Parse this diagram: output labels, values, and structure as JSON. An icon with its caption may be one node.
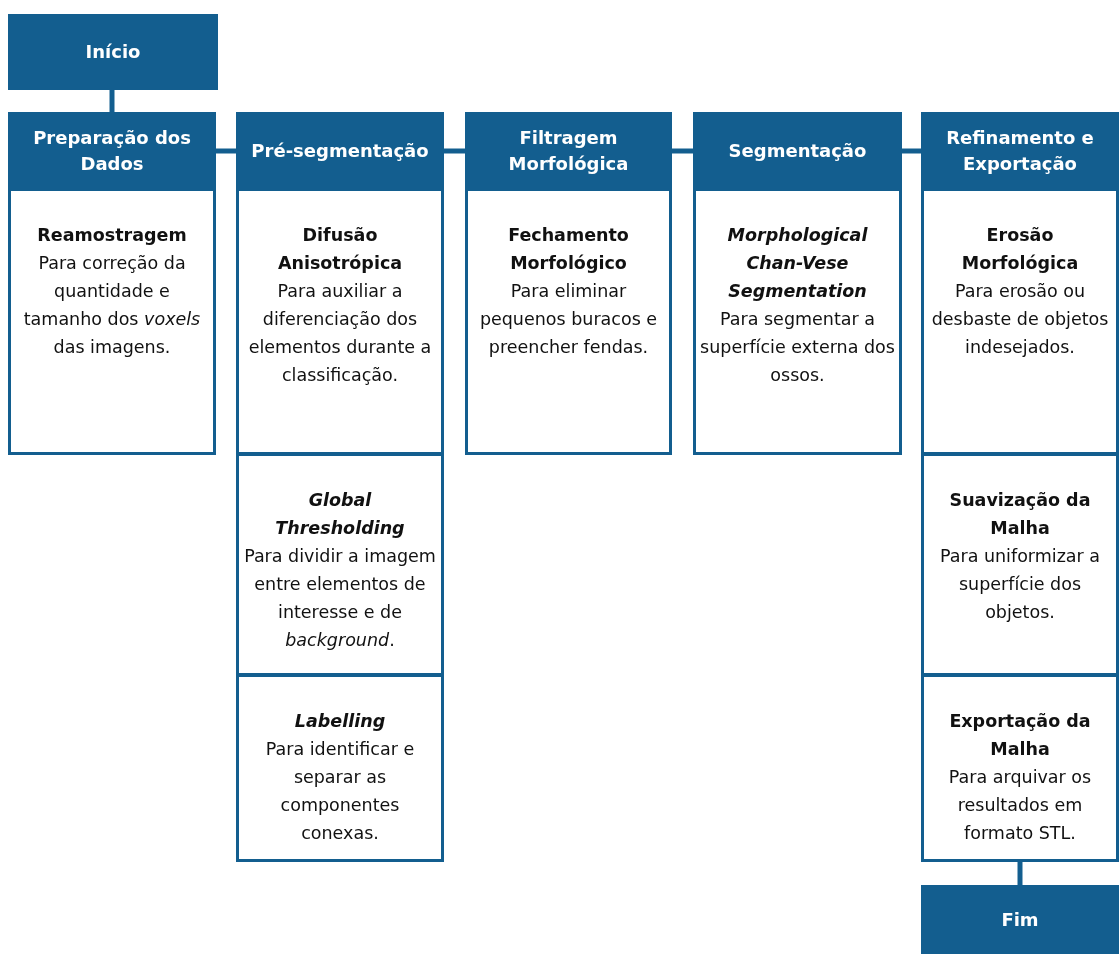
{
  "diagram": {
    "nodes": [
      {
        "text": [
          "Início"
        ]
      },
      {
        "text": [
          "Preparação dos Dados"
        ]
      },
      {
        "text": [
          "Pré-segmentação"
        ]
      },
      {
        "text": [
          "Filtragem Morfológica"
        ]
      },
      {
        "text": [
          "Segmentação"
        ]
      },
      {
        "text": [
          "Refinamento e Exportação"
        ]
      },
      {
        "text": [
          "Reamostragem",
          "Para correção da quantidade e tamanho dos *voxels* das imagens."
        ]
      },
      {
        "text": [
          "Difusão Anisotrópica",
          "Para auxiliar a diferenciação dos elementos durante a classificação."
        ]
      },
      {
        "text": [
          "*Global Thresholding*",
          "Para dividir a imagem entre elementos de interesse e de *background*."
        ]
      },
      {
        "text": [
          "*Labelling*",
          "Para identificar e separar as componentes conexas."
        ]
      },
      {
        "text": [
          "Fechamento Morfológico",
          "Para eliminar pequenos buracos e preencher fendas."
        ]
      },
      {
        "text": [
          "*Morphological Chan-Vese Segmentation*",
          "Para segmentar a superfície externa dos ossos."
        ]
      },
      {
        "text": [
          "Erosão Morfológica",
          "Para erosão ou desbaste de objetos indesejados."
        ]
      },
      {
        "text": [
          "Suavização da Malha",
          "Para uniformizar a superfície dos objetos."
        ]
      },
      {
        "text": [
          "Exportação da Malha",
          "Para arquivar os resultados em formato STL."
        ]
      },
      {
        "text": [
          "Fim"
        ]
      }
    ],
    "edges": [
      {
        "from": 0,
        "to": 1,
        "arrow": "none"
      },
      {
        "from": 1,
        "to": 2,
        "arrow": "none"
      },
      {
        "from": 2,
        "to": 3,
        "arrow": "none"
      },
      {
        "from": 3,
        "to": 4,
        "arrow": "none"
      },
      {
        "from": 4,
        "to": 5,
        "arrow": "none"
      },
      {
        "from": 14,
        "to": 15,
        "arrow": "none"
      }
    ]
  }
}
